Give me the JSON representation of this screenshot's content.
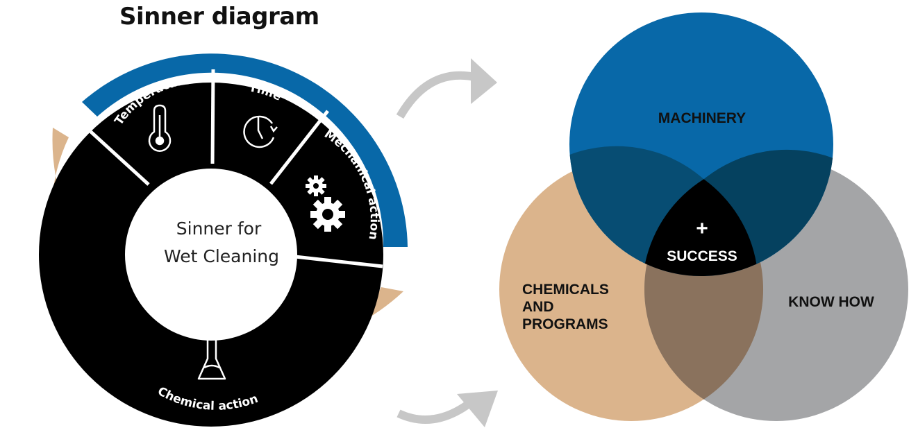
{
  "title": "Sinner diagram",
  "wheel": {
    "center_lines": [
      "Sinner for",
      "Wet Cleaning"
    ],
    "segments": {
      "temperature": "Temperature",
      "time": "Time",
      "mechanical": "Mechanical action",
      "chemical": "Chemical action"
    },
    "icons": [
      "thermometer-icon",
      "clock-icon",
      "gears-icon",
      "flask-icon"
    ]
  },
  "venn": {
    "machinery": "MACHINERY",
    "chemicals_lines": [
      "CHEMICALS",
      "AND",
      "PROGRAMS"
    ],
    "know_how": "KNOW HOW",
    "plus": "+",
    "success": "SUCCESS"
  },
  "colors": {
    "blue": "#0868a8",
    "tan": "#dbb48c",
    "gray": "#a4a5a7",
    "black": "#000000",
    "arrow": "#c7c7c7"
  }
}
